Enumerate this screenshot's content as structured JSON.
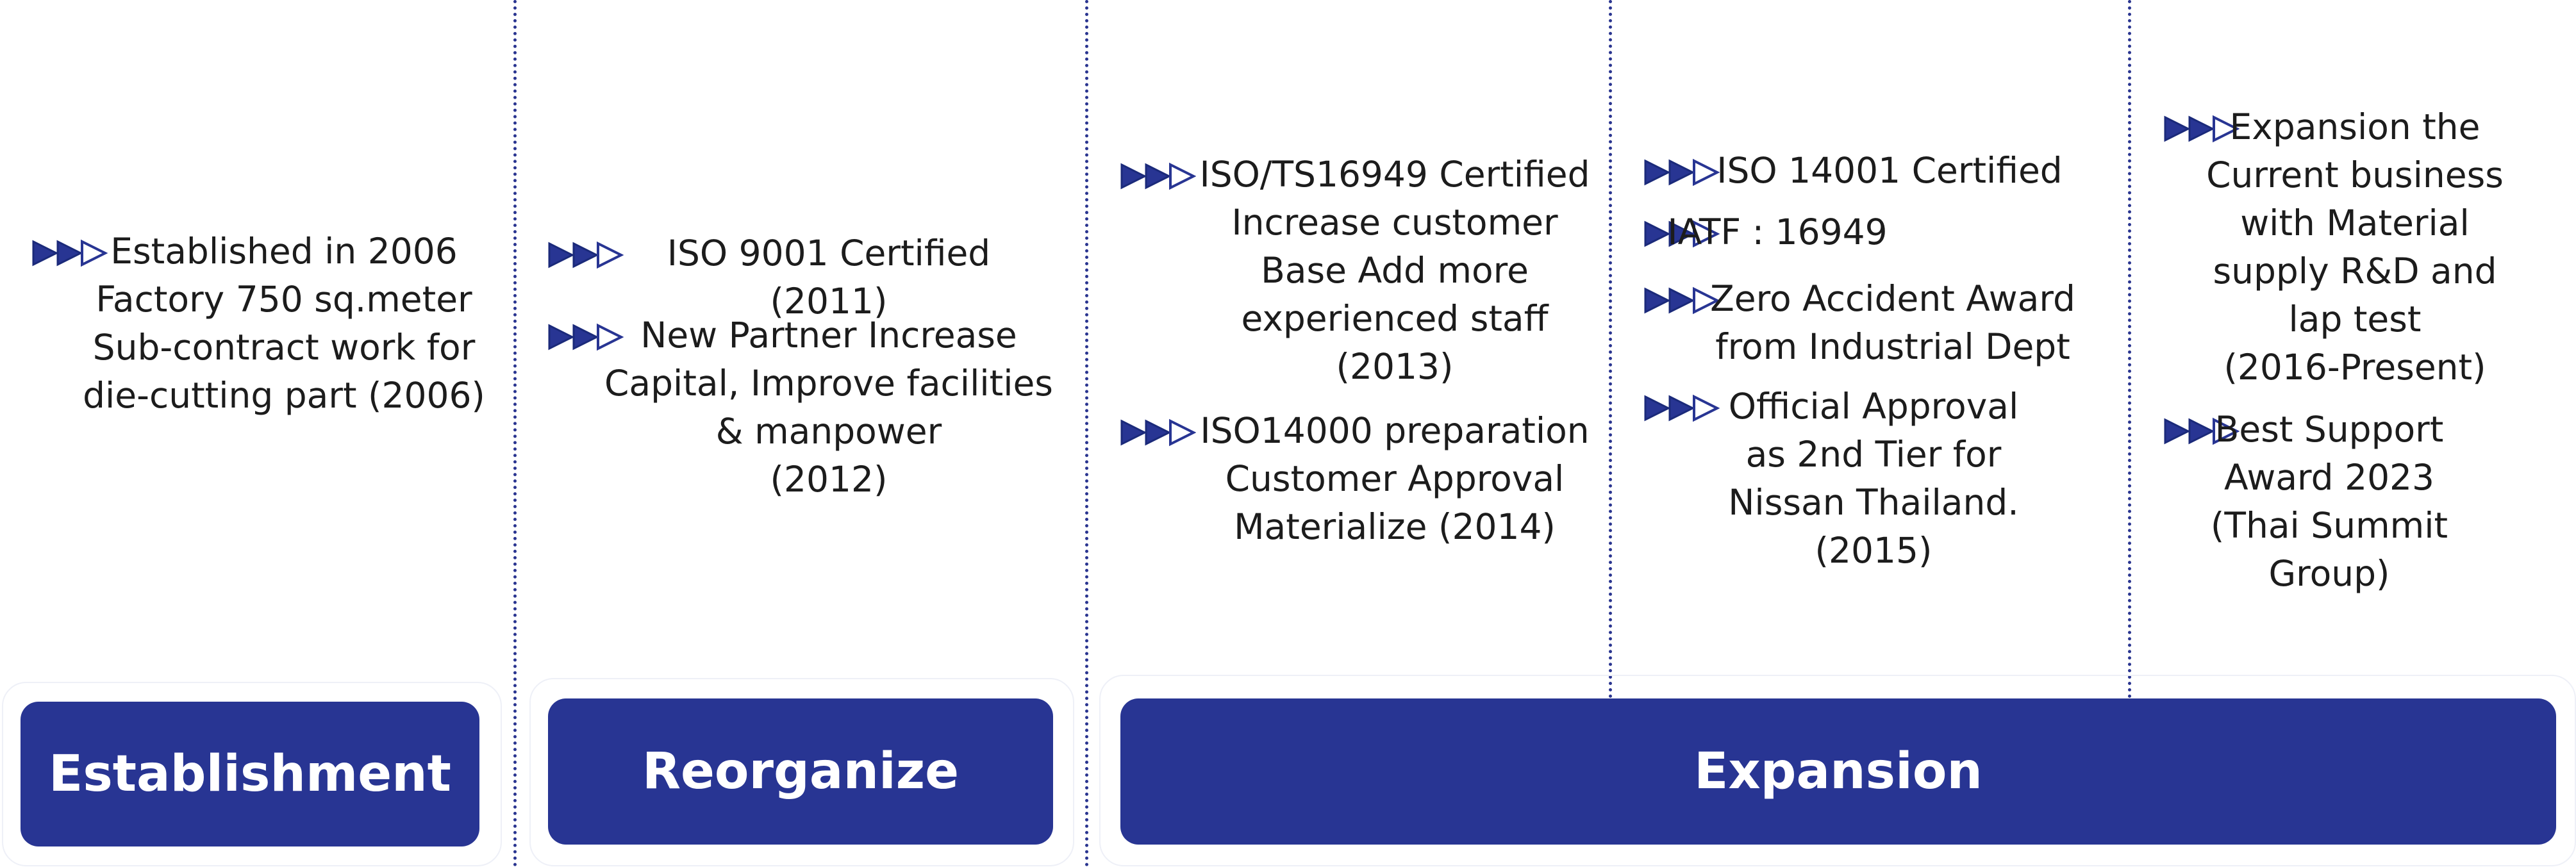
{
  "colors": {
    "accent": "#283593",
    "arrow_stroke": "#1b2a7a",
    "divider": "#2a3590"
  },
  "icons": {
    "bullet": "triple-arrow-icon"
  },
  "columns": [
    {
      "items": [
        {
          "text": "Established in 2006\nFactory 750 sq.meter\nSub-contract work for\ndie-cutting part (2006)"
        }
      ]
    },
    {
      "items": [
        {
          "text": "ISO 9001 Certified (2011)"
        },
        {
          "text": "New Partner Increase\nCapital, Improve facilities\n& manpower\n(2012)"
        }
      ]
    },
    {
      "items": [
        {
          "text": "ISO/TS16949 Certified\nIncrease customer\nBase Add more\nexperienced staff\n(2013)"
        },
        {
          "text": "ISO14000 preparation\nCustomer Approval\nMaterialize (2014)"
        }
      ]
    },
    {
      "items": [
        {
          "text": "ISO 14001 Certified"
        },
        {
          "text": "IATF : 16949"
        },
        {
          "text": "Zero Accident Award\nfrom Industrial Dept"
        },
        {
          "text": "Official Approval\nas 2nd Tier for\nNissan Thailand.\n(2015)"
        }
      ]
    },
    {
      "items": [
        {
          "text": "Expansion the\nCurrent business\nwith Material\nsupply R&D and\nlap test\n(2016-Present)"
        },
        {
          "text": "Best Support\nAward 2023\n(Thai Summit Group)"
        }
      ]
    }
  ],
  "phases": [
    {
      "label": "Establishment"
    },
    {
      "label": "Reorganize"
    },
    {
      "label": "Expansion"
    }
  ]
}
